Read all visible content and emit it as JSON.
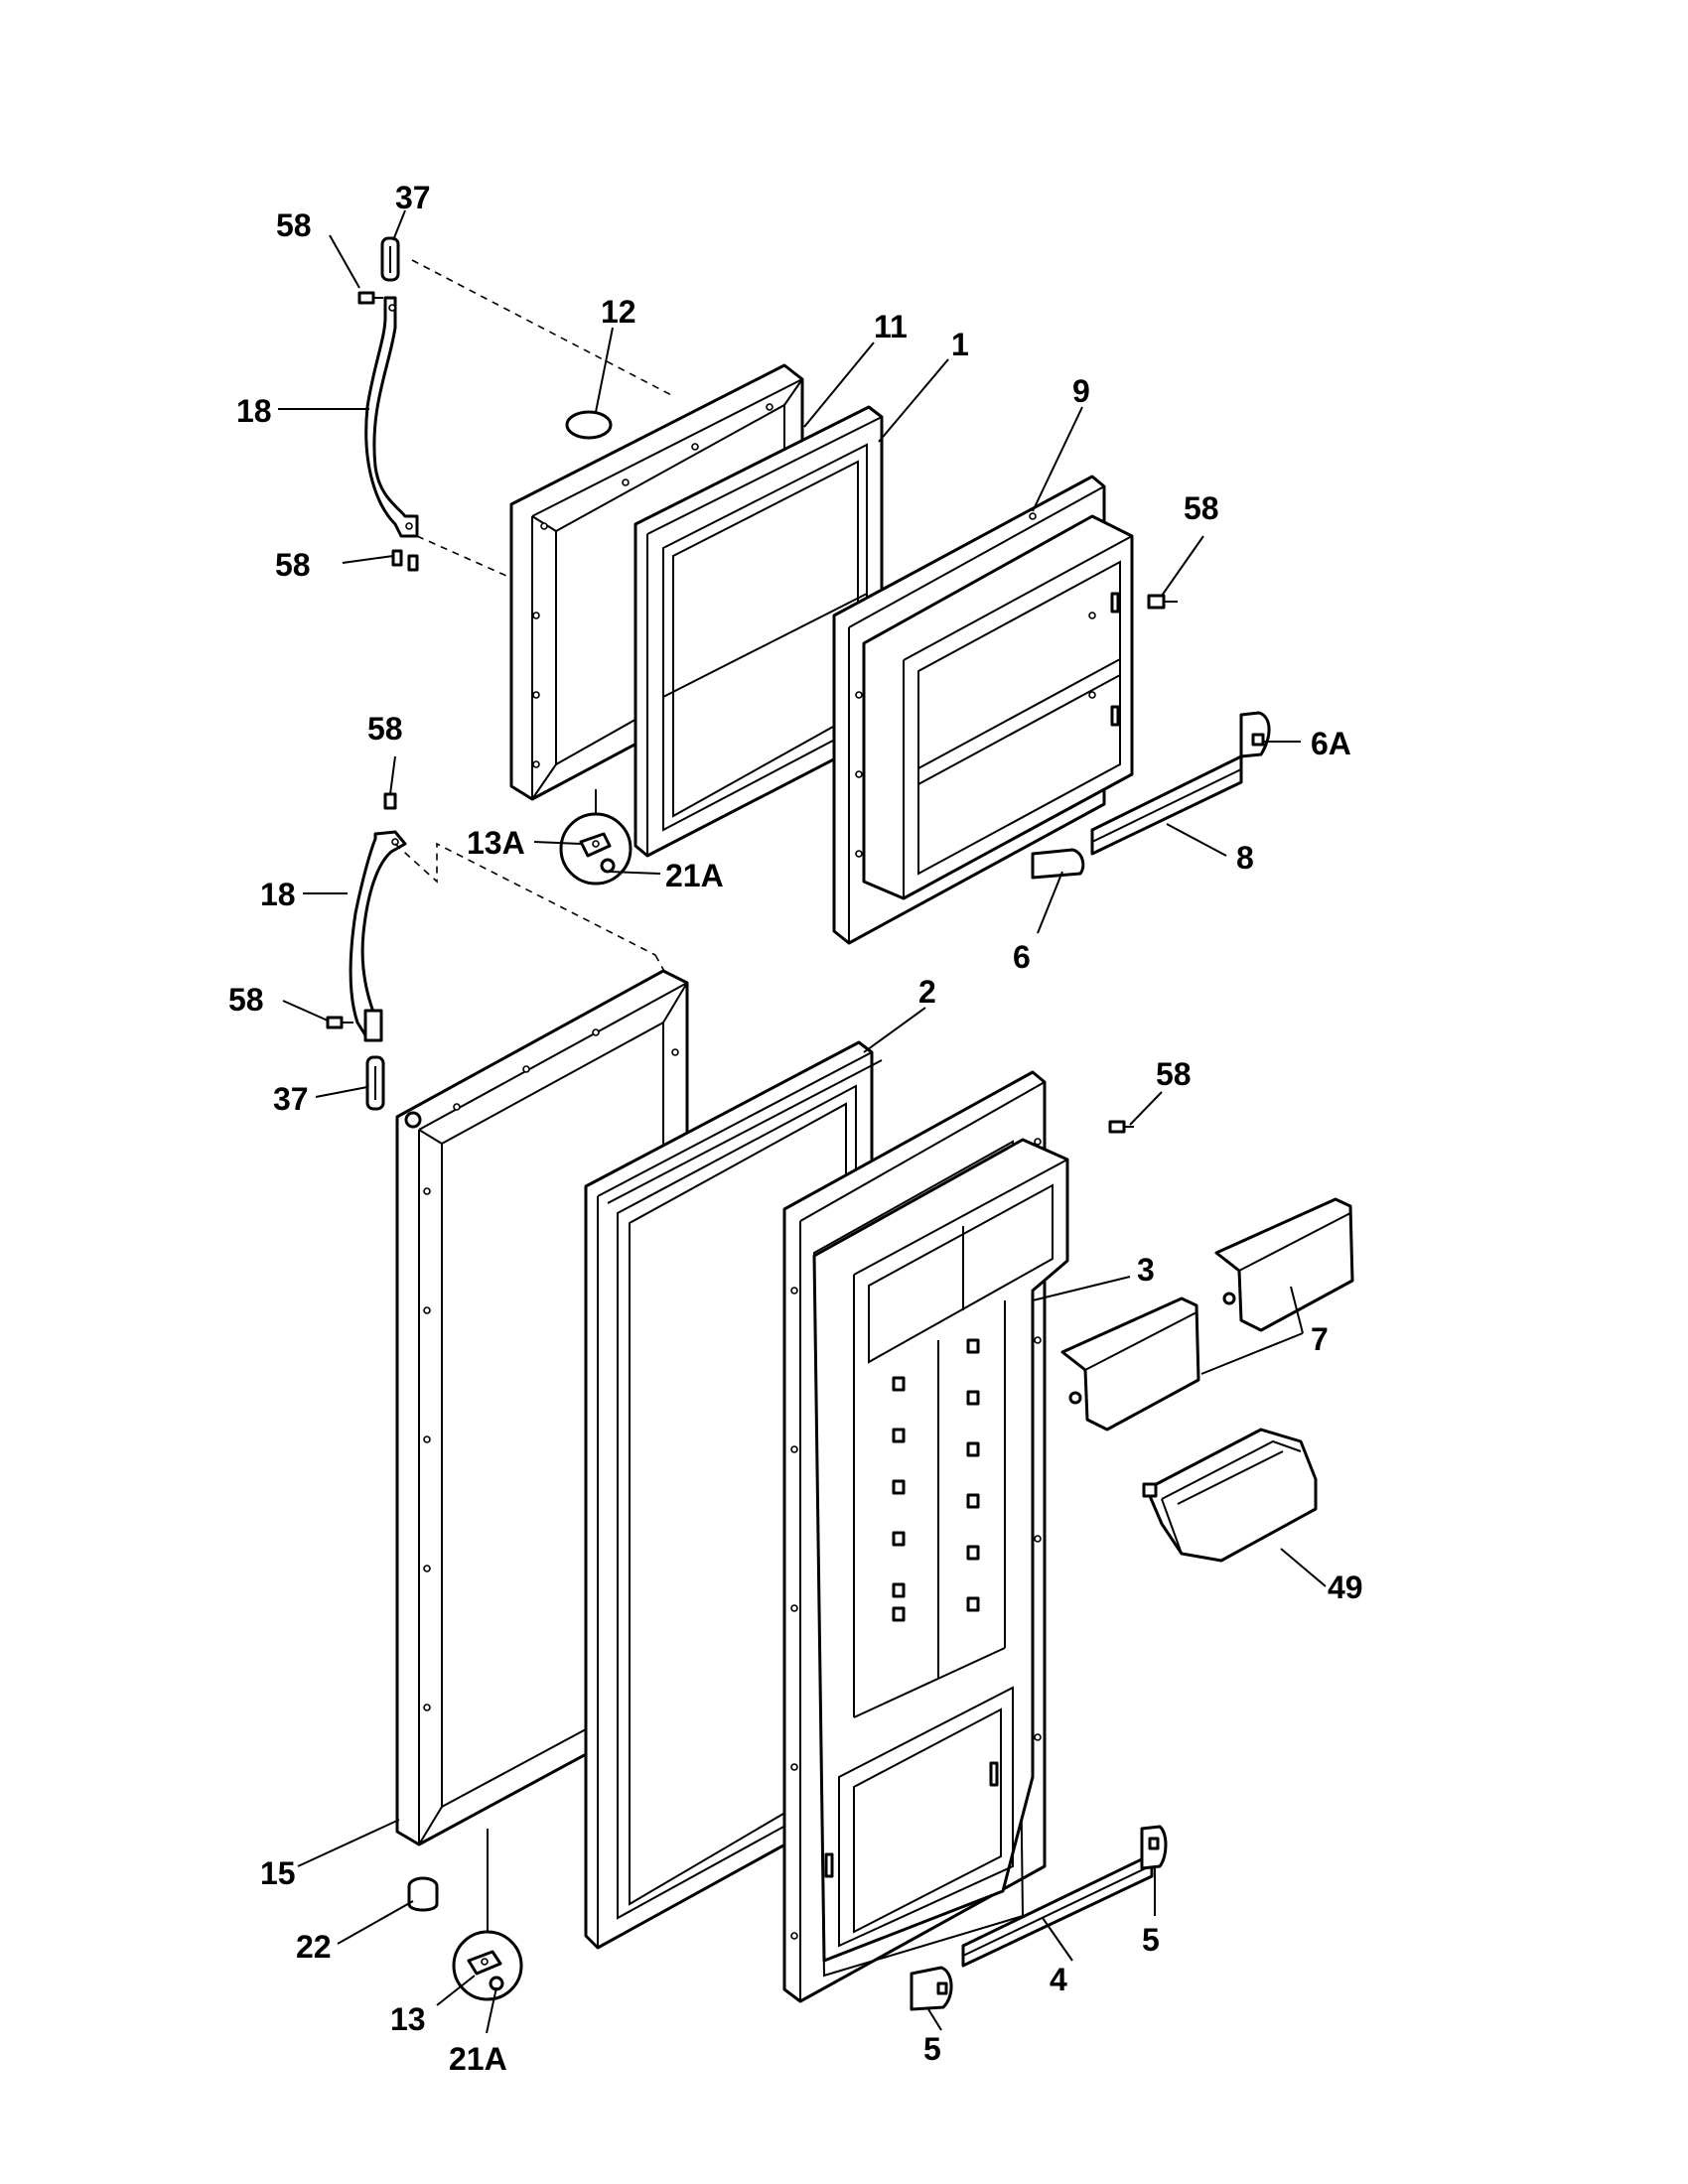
{
  "callouts": [
    {
      "id": "c-58-a",
      "text": "58"
    },
    {
      "id": "c-37-a",
      "text": "37"
    },
    {
      "id": "c-12",
      "text": "12"
    },
    {
      "id": "c-11",
      "text": "11"
    },
    {
      "id": "c-1",
      "text": "1"
    },
    {
      "id": "c-9",
      "text": "9"
    },
    {
      "id": "c-18-a",
      "text": "18"
    },
    {
      "id": "c-58-b",
      "text": "58"
    },
    {
      "id": "c-58-c",
      "text": "58"
    },
    {
      "id": "c-6a",
      "text": "6A"
    },
    {
      "id": "c-58-d",
      "text": "58"
    },
    {
      "id": "c-13a",
      "text": "13A"
    },
    {
      "id": "c-21a-a",
      "text": "21A"
    },
    {
      "id": "c-8",
      "text": "8"
    },
    {
      "id": "c-18-b",
      "text": "18"
    },
    {
      "id": "c-6",
      "text": "6"
    },
    {
      "id": "c-58-e",
      "text": "58"
    },
    {
      "id": "c-2",
      "text": "2"
    },
    {
      "id": "c-37-b",
      "text": "37"
    },
    {
      "id": "c-58-f",
      "text": "58"
    },
    {
      "id": "c-3",
      "text": "3"
    },
    {
      "id": "c-7",
      "text": "7"
    },
    {
      "id": "c-49",
      "text": "49"
    },
    {
      "id": "c-15",
      "text": "15"
    },
    {
      "id": "c-22",
      "text": "22"
    },
    {
      "id": "c-5-a",
      "text": "5"
    },
    {
      "id": "c-4",
      "text": "4"
    },
    {
      "id": "c-13",
      "text": "13"
    },
    {
      "id": "c-5-b",
      "text": "5"
    },
    {
      "id": "c-21a-b",
      "text": "21A"
    }
  ]
}
